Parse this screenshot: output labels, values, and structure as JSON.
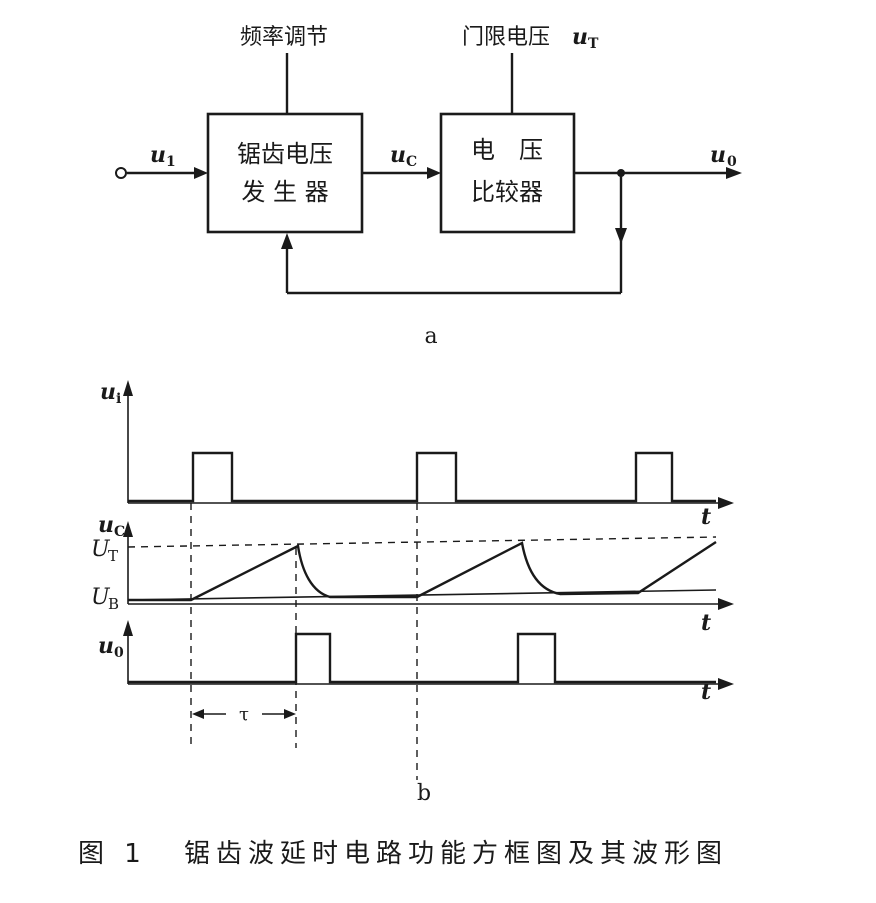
{
  "block_diagram": {
    "freq_label": "频率调节",
    "threshold_label": "门限电压",
    "threshold_var": "u",
    "threshold_sub": "T",
    "block1_line1": "锯齿电压",
    "block1_line2": "发 生 器",
    "block2_line1": "电　压",
    "block2_line2": "比较器",
    "input_var": "u",
    "input_sub": "1",
    "mid_var": "u",
    "mid_sub": "C",
    "output_var": "u",
    "output_sub": "0",
    "panel_label": "a"
  },
  "waveforms": {
    "ui_var": "u",
    "ui_sub": "i",
    "uc_var": "u",
    "uc_sub": "C",
    "uo_var": "u",
    "uo_sub": "0",
    "ut_main": "U",
    "ut_sub": "T",
    "ub_main": "U",
    "ub_sub": "B",
    "time_label": "t",
    "tau_label": "τ",
    "panel_label": "b"
  },
  "caption": {
    "prefix": "图 1",
    "text": "锯齿波延时电路功能方框图及其波形图"
  }
}
